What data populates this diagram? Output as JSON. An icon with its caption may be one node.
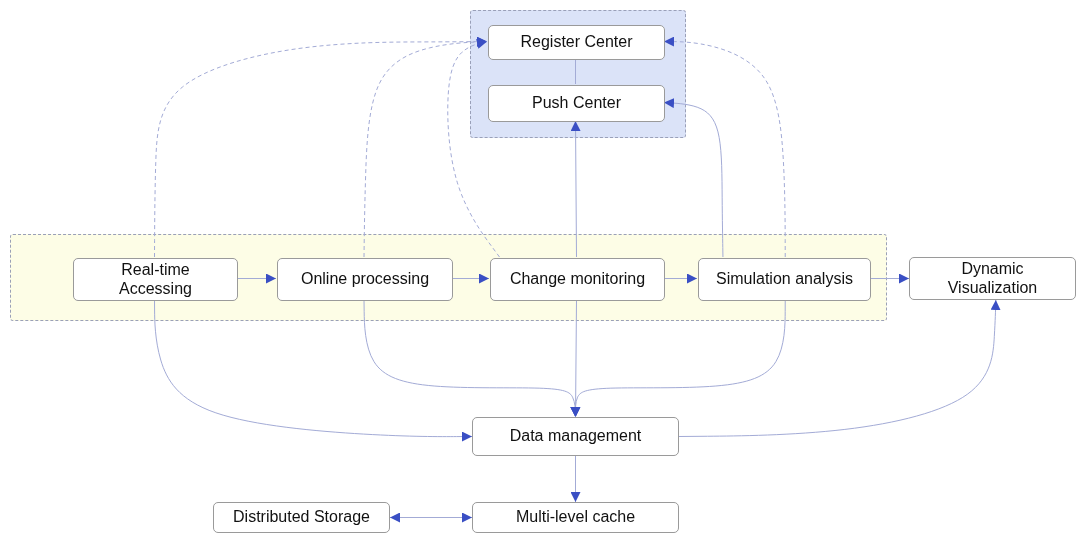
{
  "diagram": {
    "nodes": [
      {
        "text": [],
        "shape": "box"
      },
      {
        "text": [
          "Register Center"
        ],
        "in": 0
      },
      {
        "text": [
          "Push Center"
        ],
        "in": 0
      },
      {
        "text": [],
        "shape": "box"
      },
      {
        "text": [
          "Real-time Accessing"
        ],
        "in": 3
      },
      {
        "text": [
          "Online processing"
        ],
        "in": 3
      },
      {
        "text": [
          "Change monitoring"
        ],
        "in": 3
      },
      {
        "text": [
          "Simulation analysis"
        ],
        "in": 3
      },
      {
        "text": [
          "Dynamic Visualization"
        ]
      },
      {
        "text": [
          "Data management"
        ]
      },
      {
        "text": [
          "Distributed Storage"
        ]
      },
      {
        "text": [
          "Multi-level cache"
        ]
      }
    ],
    "edges": [
      {
        "from": 4,
        "to": 5,
        "arrow": "to"
      },
      {
        "from": 5,
        "to": 6,
        "arrow": "to"
      },
      {
        "from": 6,
        "to": 7,
        "arrow": "to"
      },
      {
        "from": 7,
        "to": 8,
        "arrow": "to"
      },
      {
        "from": 1,
        "to": 2,
        "arrow": "none"
      },
      {
        "from": 6,
        "to": 2,
        "arrow": "to"
      },
      {
        "from": 7,
        "to": 2,
        "arrow": "to"
      },
      {
        "from": 4,
        "to": 1,
        "arrow": "to",
        "style": "dashed"
      },
      {
        "from": 5,
        "to": 1,
        "arrow": "to",
        "style": "dashed"
      },
      {
        "from": 6,
        "to": 1,
        "arrow": "to",
        "style": "dashed"
      },
      {
        "from": 7,
        "to": 1,
        "arrow": "to",
        "style": "dashed"
      },
      {
        "from": 4,
        "to": 9,
        "arrow": "to"
      },
      {
        "from": 5,
        "to": 9,
        "arrow": "to"
      },
      {
        "from": 6,
        "to": 9,
        "arrow": "to"
      },
      {
        "from": 7,
        "to": 9,
        "arrow": "to"
      },
      {
        "from": 9,
        "to": 8,
        "arrow": "to"
      },
      {
        "from": 9,
        "to": 11,
        "arrow": "to"
      },
      {
        "from": 10,
        "to": 11,
        "arrow": "both"
      }
    ]
  }
}
